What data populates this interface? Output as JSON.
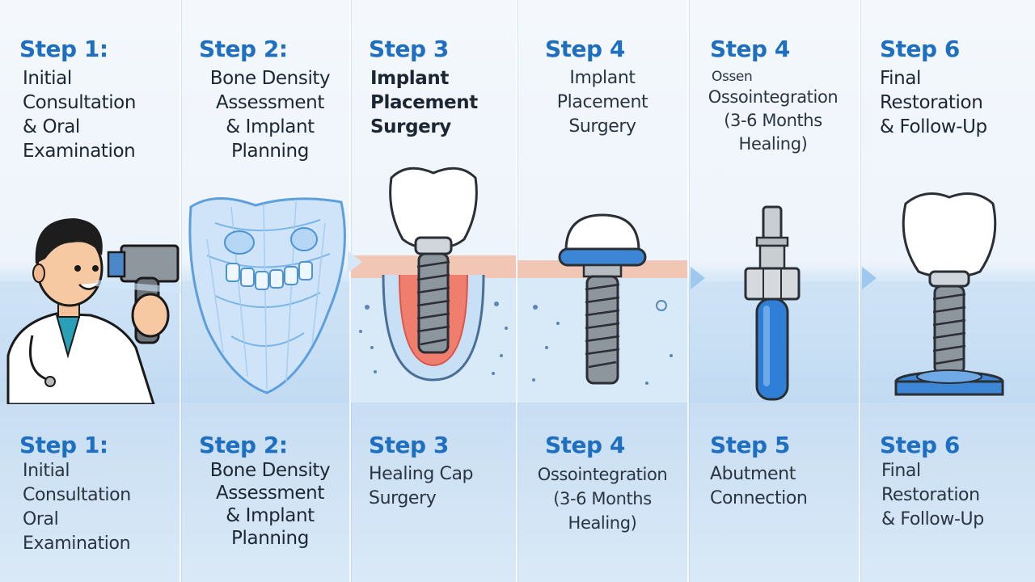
{
  "top_steps": [
    {
      "title": "Step 1:",
      "lines": [
        "Initial",
        "Consultation",
        "& Oral",
        "Examination"
      ]
    },
    {
      "title": "Step 2:",
      "lines": [
        "Bone Density",
        "Assessment",
        "& Implant",
        "Planning"
      ]
    },
    {
      "title": "Step 3",
      "lines": [
        "Implant",
        "Placement",
        "Surgery"
      ]
    },
    {
      "title": "Step 4",
      "lines": [
        "Implant",
        "Placement",
        "Surgery"
      ]
    },
    {
      "title": "Step 4",
      "lines": [
        "Ossen",
        "Ossointegration",
        "(3-6 Months",
        "Healing)"
      ]
    },
    {
      "title": "Step 6",
      "lines": [
        "Final",
        "Restoration",
        "& Follow-Up"
      ]
    }
  ],
  "bottom_steps": [
    {
      "title": "Step 1:",
      "lines": [
        "Initial",
        "Consultation",
        "Oral",
        "Examination"
      ]
    },
    {
      "title": "Step 2:",
      "lines": [
        "Bone Density",
        "Assessment",
        "& Implant",
        "Planning"
      ]
    },
    {
      "title": "Step 3",
      "lines": [
        "Healing Cap",
        "Surgery"
      ]
    },
    {
      "title": "Step 4",
      "lines": [
        "Ossointegration",
        "(3-6 Months",
        "Healing)"
      ]
    },
    {
      "title": "Step 5",
      "lines": [
        "Abutment",
        "Connection"
      ]
    },
    {
      "title": "Step 6",
      "lines": [
        "Final",
        "Restoration",
        "& Follow-Up"
      ]
    }
  ],
  "icons": [
    "dentist-with-scanner-icon",
    "jaw-bone-scan-icon",
    "implant-in-gum-icon",
    "healing-cap-implant-icon",
    "abutment-icon",
    "crown-on-implant-icon"
  ],
  "colors": {
    "title_blue": "#1f6fc0",
    "band_blue": "#c2dbf2",
    "implant_blue": "#2f7fd6",
    "gum_red": "#f08070"
  }
}
